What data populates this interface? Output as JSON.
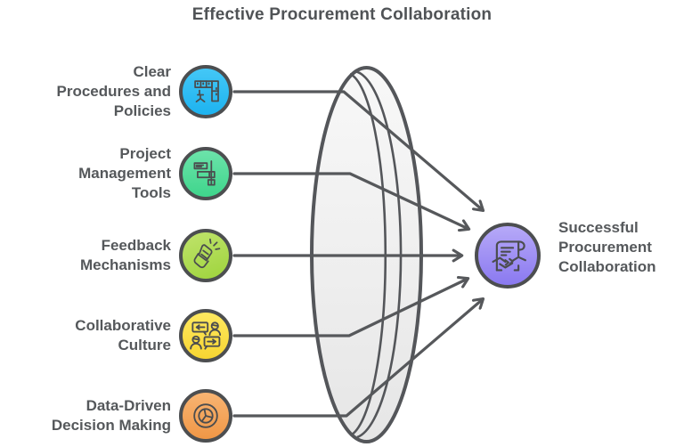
{
  "title": "Effective Procurement Collaboration",
  "diagram_type": "funnel-lens convergence diagram",
  "colors": {
    "text": "#55585b",
    "connector_line": "#56585b",
    "node_border": "#4c4e50",
    "lens_fill": "#efefef",
    "factor_blue": "#2ebdf4",
    "factor_green": "#52db9a",
    "factor_lime": "#a9d84b",
    "factor_yellow": "#fbe04b",
    "factor_orange": "#f5a55c",
    "outcome_purple": "#8b7af0"
  },
  "factors": [
    {
      "label": "Clear\nProcedures and\nPolicies",
      "icon": "office-floorplan-icon",
      "color": "#2ebdf4"
    },
    {
      "label": "Project\nManagement\nTools",
      "icon": "gantt-chart-icon",
      "color": "#52db9a"
    },
    {
      "label": "Feedback\nMechanisms",
      "icon": "clapping-hands-icon",
      "color": "#a9d84b"
    },
    {
      "label": "Collaborative\nCulture",
      "icon": "chat-people-icon",
      "color": "#fbe04b"
    },
    {
      "label": "Data-Driven\nDecision Making",
      "icon": "pie-chart-icon",
      "color": "#f5a55c"
    }
  ],
  "outcome": {
    "label": "Successful\nProcurement\nCollaboration",
    "icon": "contract-handshake-icon",
    "color": "#8b7af0"
  }
}
